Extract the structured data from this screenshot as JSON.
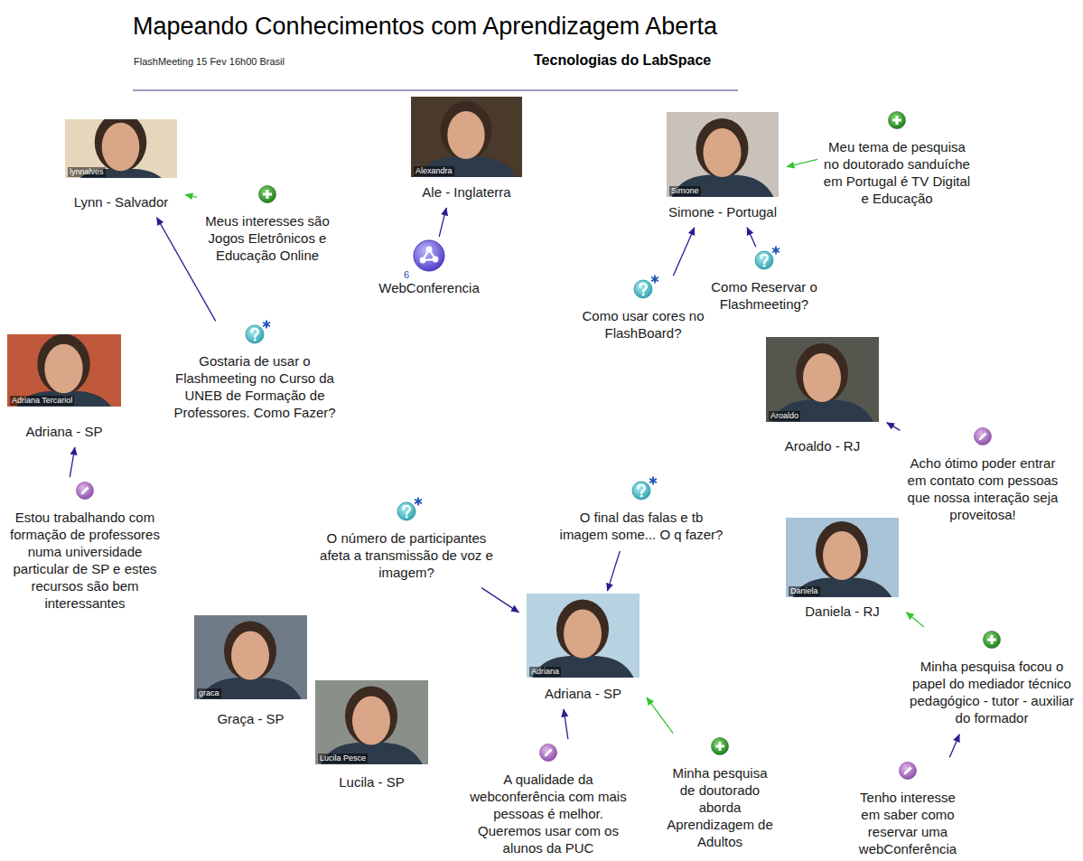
{
  "diagram": {
    "title": "Mapeando Conhecimentos com Aprendizagem Aberta",
    "nodes": [
      {
        "text": [
          "Lynn - Salvador"
        ]
      },
      {
        "text": [
          "Ale - Inglaterra"
        ]
      },
      {
        "text": [
          "Simone - Portugal"
        ]
      },
      {
        "text": [
          "Meus interesses são Jogos Eletrônicos e Educação Online"
        ]
      },
      {
        "text": [
          "WebConferencia"
        ]
      },
      {
        "text": [
          "Meu tema de pesquisa no doutorado sanduíche em Portugal é TV Digital e Educação"
        ]
      },
      {
        "text": [
          "Como usar cores no FlashBoard?"
        ]
      },
      {
        "text": [
          "Como Reservar o Flashmeeting?"
        ]
      },
      {
        "text": [
          "Gostaria de usar o Flashmeeting no Curso da UNEB de Formação de Professores. Como Fazer?"
        ]
      },
      {
        "text": [
          "Adriana - SP"
        ]
      },
      {
        "text": [
          "Aroaldo - RJ"
        ]
      },
      {
        "text": [
          "Acho ótimo poder entrar em contato com pessoas que nossa interação seja proveitosa!"
        ]
      },
      {
        "text": [
          "Daniela - RJ"
        ]
      },
      {
        "text": [
          "Estou trabalhando com formação de professores numa universidade particular de SP e estes recursos são bem interessantes"
        ]
      },
      {
        "text": [
          "O número de participantes afeta a transmissão de voz e imagem?"
        ]
      },
      {
        "text": [
          "O final das falas e tb imagem some... O q fazer?"
        ]
      },
      {
        "text": [
          "Minha pesquisa focou o papel do mediador técnico pedagógico - tutor - auxiliar do formador"
        ]
      },
      {
        "text": [
          "Adriana - SP"
        ]
      },
      {
        "text": [
          "Graça - SP"
        ]
      },
      {
        "text": [
          "Lucila - SP"
        ]
      },
      {
        "text": [
          "A qualidade da webconferência com mais pessoas é melhor. Queremos usar com os alunos da PUC"
        ]
      },
      {
        "text": [
          "Minha pesquisa de doutorado aborda Aprendizagem de Adultos"
        ]
      },
      {
        "text": [
          "Tenho interesse em saber como reservar uma webConferência"
        ]
      }
    ],
    "edges": [
      {
        "from": 4,
        "to": 1,
        "arrow": "to"
      },
      {
        "from": 3,
        "to": 0,
        "arrow": "to"
      },
      {
        "from": 8,
        "to": 0,
        "arrow": "to"
      },
      {
        "from": 5,
        "to": 2,
        "arrow": "to"
      },
      {
        "from": 6,
        "to": 2,
        "arrow": "to"
      },
      {
        "from": 7,
        "to": 2,
        "arrow": "to"
      },
      {
        "from": 13,
        "to": 9,
        "arrow": "to"
      },
      {
        "from": 11,
        "to": 10,
        "arrow": "to"
      },
      {
        "from": 16,
        "to": 12,
        "arrow": "to"
      },
      {
        "from": 22,
        "to": 16,
        "arrow": "to"
      },
      {
        "from": 14,
        "to": 17,
        "arrow": "to"
      },
      {
        "from": 15,
        "to": 17,
        "arrow": "to"
      },
      {
        "from": 20,
        "to": 17,
        "arrow": "to"
      },
      {
        "from": 21,
        "to": 17,
        "arrow": "to"
      }
    ],
    "labels": [
      "FlashMeeting 15 Fev 16h00 Brasil",
      "Tecnologias do LabSpace",
      "lynnalves",
      "Alexandra",
      "Simone",
      "6",
      "Adriana Tercariol",
      "Aroaldo",
      "Daniela",
      "Adriana",
      "graca",
      "Lucila Pesce"
    ]
  }
}
